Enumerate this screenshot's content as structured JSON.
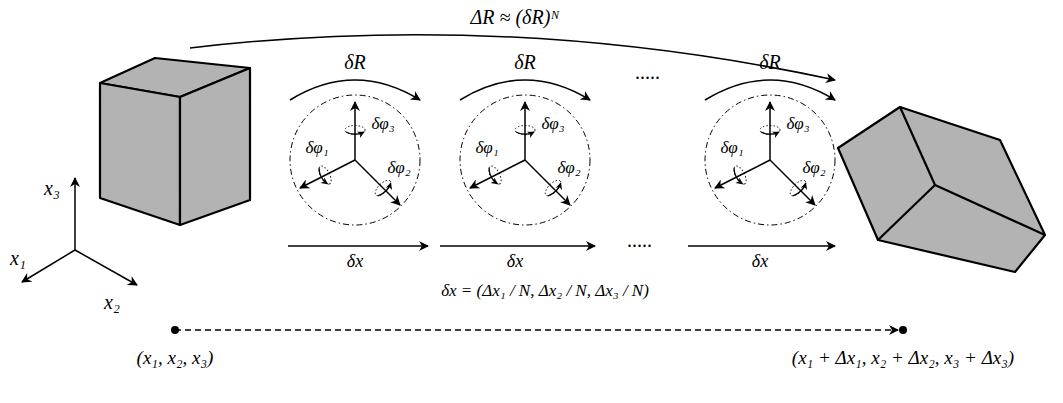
{
  "diagram": {
    "nodes": [
      {
        "text": [
          "δφ₁",
          "δφ₃",
          "δφ₂"
        ]
      },
      {
        "text": [
          "δφ₁",
          "δφ₃",
          "δφ₂"
        ]
      },
      {
        "text": [
          "δφ₁",
          "δφ₃",
          "δφ₂"
        ]
      }
    ],
    "labels": [
      "ΔR ≈ (δR)ᴺ",
      "x₃",
      "x₁",
      "x₂",
      "δR",
      "δR",
      ".....",
      "δR",
      "δx",
      "δx",
      ".....",
      "δx",
      "δx = (Δx₁ / N, Δx₂ / N, Δx₃ / N)",
      "(x₁, x₂, x₃)",
      "(x₁ + Δx₁, x₂ + Δx₂, x₃ + Δx₃)"
    ]
  }
}
